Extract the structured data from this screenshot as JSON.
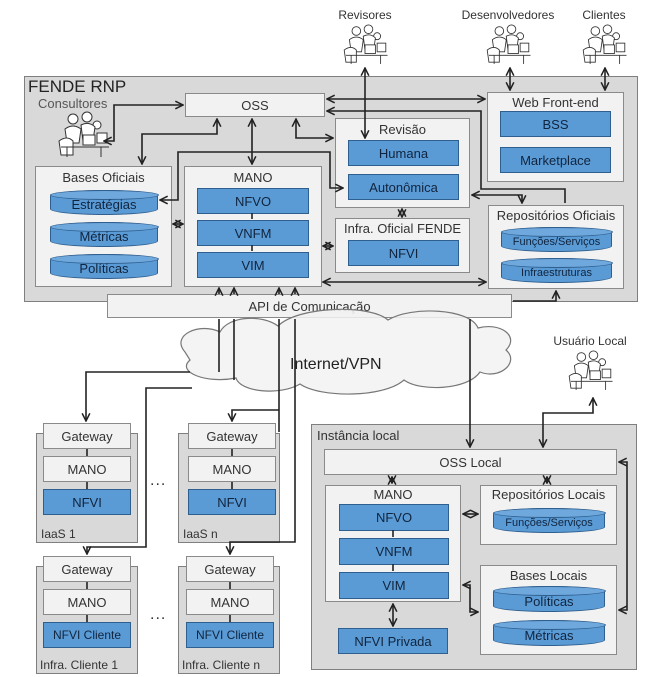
{
  "diagram": {
    "actors": {
      "revisores": "Revisores",
      "desenvolvedores": "Desenvolvedores",
      "clientes": "Clientes",
      "consultores": "Consultores",
      "usuario_local": "Usuário Local"
    },
    "fende": {
      "title": "FENDE RNP",
      "oss": "OSS",
      "bases_oficiais": {
        "title": "Bases Oficiais",
        "items": [
          "Estratégias",
          "Métricas",
          "Políticas"
        ]
      },
      "mano": {
        "title": "MANO",
        "items": [
          "NFVO",
          "VNFM",
          "VIM"
        ]
      },
      "revisao": {
        "title": "Revisão",
        "items": [
          "Humana",
          "Autonômica"
        ]
      },
      "infra_oficial": {
        "title": "Infra. Oficial FENDE",
        "items": [
          "NFVI"
        ]
      },
      "web_front_end": {
        "title": "Web Front-end",
        "items": [
          "BSS",
          "Marketplace"
        ]
      },
      "repositorios_oficiais": {
        "title": "Repositórios Oficiais",
        "items": [
          "Funções/Serviços",
          "Infraestruturas"
        ]
      },
      "api": "API de Comunicação"
    },
    "network": "Internet/VPN",
    "iaas": [
      {
        "gateway": "Gateway",
        "mano": "MANO",
        "nfvi": "NFVI",
        "label": "IaaS 1"
      },
      {
        "gateway": "Gateway",
        "mano": "MANO",
        "nfvi": "NFVI",
        "label": "IaaS n"
      }
    ],
    "clients": [
      {
        "gateway": "Gateway",
        "mano": "MANO",
        "nfvi": "NFVI Cliente",
        "label": "Infra. Cliente 1"
      },
      {
        "gateway": "Gateway",
        "mano": "MANO",
        "nfvi": "NFVI Cliente",
        "label": "Infra. Cliente n"
      }
    ],
    "ellipsis": "...",
    "local": {
      "title": "Instância local",
      "oss": "OSS Local",
      "mano": {
        "title": "MANO",
        "items": [
          "NFVO",
          "VNFM",
          "VIM"
        ]
      },
      "repositorios_locais": {
        "title": "Repositórios Locais",
        "items": [
          "Funções/Serviços"
        ]
      },
      "bases_locais": {
        "title": "Bases Locais",
        "items": [
          "Políticas",
          "Métricas"
        ]
      },
      "nfvi_privada": "NFVI Privada"
    },
    "colors": {
      "component_blue": "#5b9bd5",
      "region_gray": "#d9d9d9",
      "panel_light": "#f2f2f2"
    }
  }
}
